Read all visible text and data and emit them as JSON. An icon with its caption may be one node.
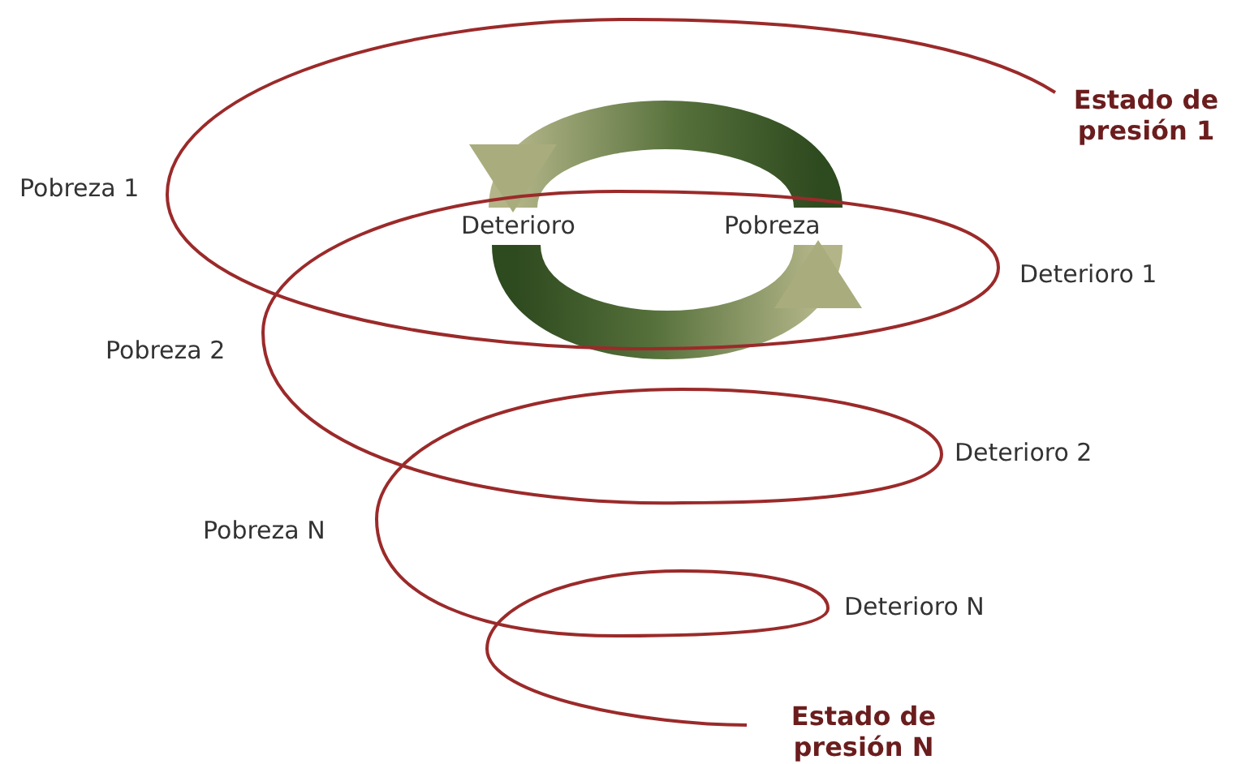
{
  "diagram": {
    "nodes": [
      {
        "text": [
          "Estado de presión 1"
        ]
      },
      {
        "text": [
          "Deterioro"
        ]
      },
      {
        "text": [
          "Pobreza"
        ]
      },
      {
        "text": [
          "Estado de presión N"
        ]
      }
    ],
    "edges": [
      {
        "from": 2,
        "to": 1,
        "arrow": "to"
      },
      {
        "from": 1,
        "to": 2,
        "arrow": "to"
      },
      {
        "from": 0,
        "to": 3,
        "arrow": "none"
      }
    ],
    "labels": [
      "Pobreza 1",
      "Deterioro 1",
      "Pobreza 2",
      "Deterioro 2",
      "Pobreza N",
      "Deterioro N"
    ]
  }
}
